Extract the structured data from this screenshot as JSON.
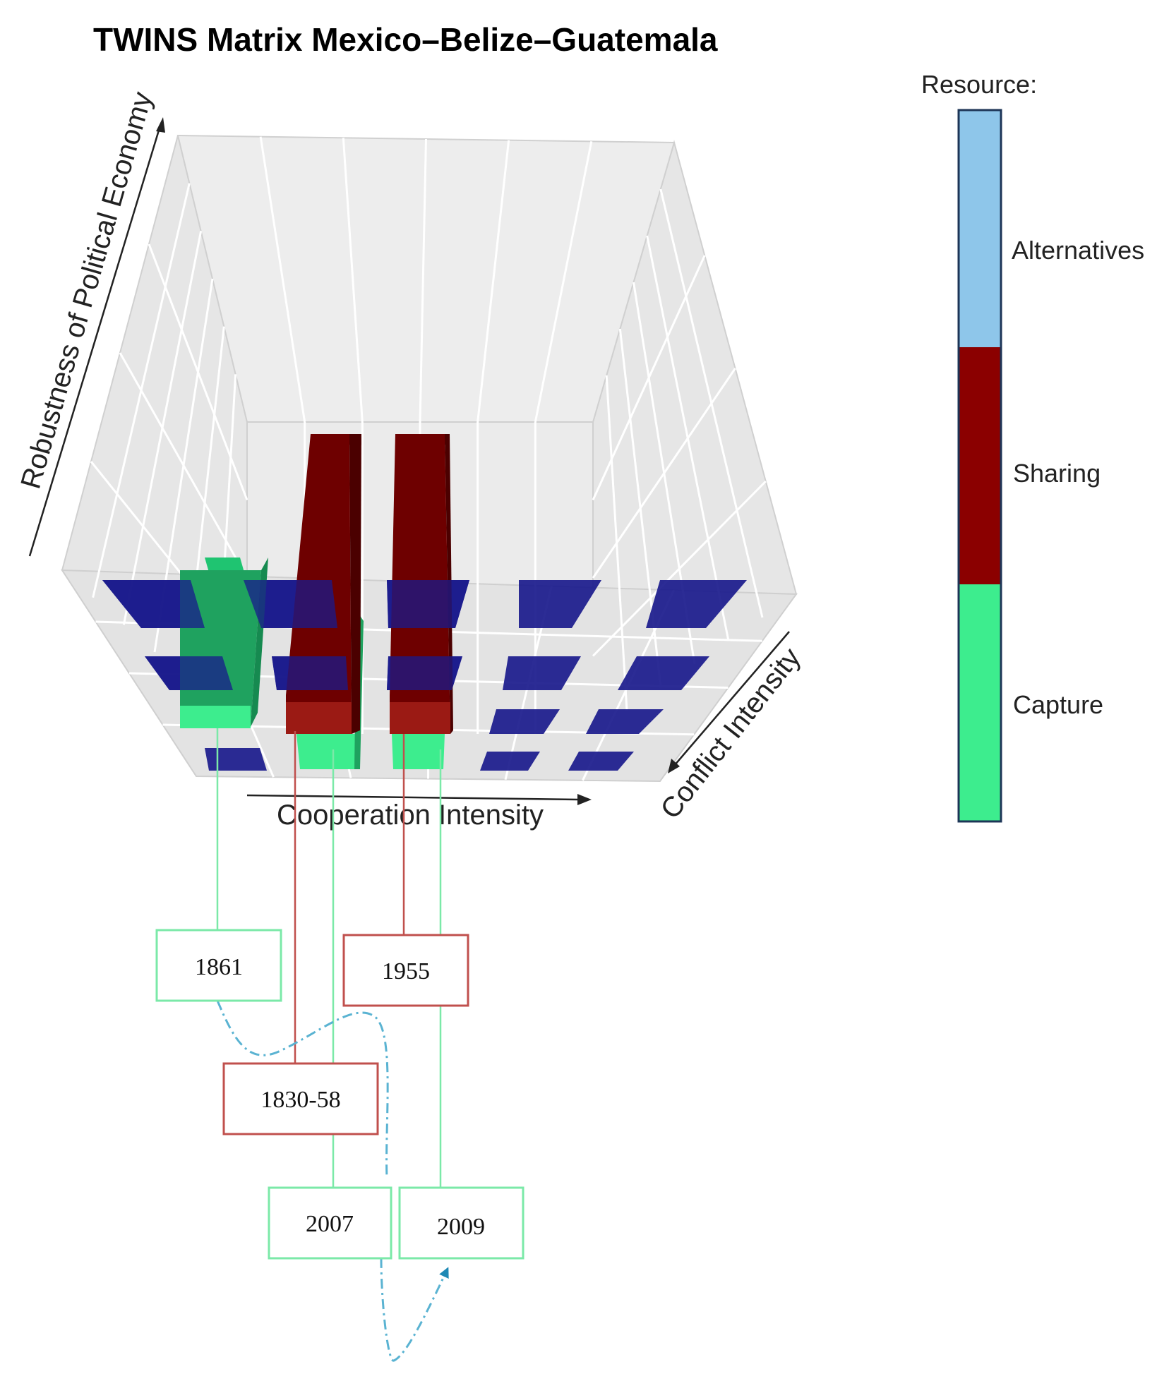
{
  "chart_data": {
    "type": "bar",
    "title": "TWINS Matrix Mexico–Belize–Guatemala",
    "axes": {
      "vertical": "Robustness of Political Economy",
      "horizontal": "Cooperation Intensity",
      "depth": "Conflict Intensity"
    },
    "legend": {
      "title": "Resource:",
      "placement": "right",
      "entries": [
        {
          "label": "Alternatives",
          "color": "#8ec6ea"
        },
        {
          "label": "Sharing",
          "color": "#8b0000"
        },
        {
          "label": "Capture",
          "color": "#3ded8e"
        }
      ]
    },
    "floor_tile_color": "#1a1a8c",
    "years": [
      {
        "label": "1861",
        "resource": "Capture"
      },
      {
        "label": "1955",
        "resource": "Sharing"
      },
      {
        "label": "1830-58",
        "resource": "Sharing"
      },
      {
        "label": "2007",
        "resource": "Capture"
      },
      {
        "label": "2009",
        "resource": "Capture"
      }
    ],
    "colors": {
      "capture_box": "#7be9a8",
      "sharing_box": "#c0504d",
      "trajectory": "#5ab3d2",
      "arrow": "#1e88b4"
    }
  }
}
